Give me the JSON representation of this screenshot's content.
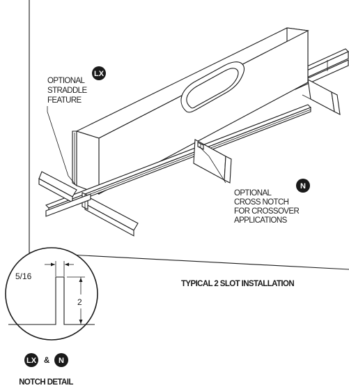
{
  "labels": {
    "straddle_line1": "OPTIONAL",
    "straddle_line2": "STRADDLE",
    "straddle_line3": "FEATURE",
    "crossnotch_line1": "OPTIONAL",
    "crossnotch_line2": "CROSS NOTCH",
    "crossnotch_line3": "FOR CROSSOVER",
    "crossnotch_line4": "APPLICATIONS",
    "installation_caption": "TYPICAL 2 SLOT INSTALLATION",
    "notch_caption": "NOTCH DETAIL",
    "ampersand": "&"
  },
  "badges": {
    "lx": "LX",
    "n": "N"
  },
  "dimensions": {
    "width": "5/16",
    "depth": "2"
  },
  "colors": {
    "line": "#1a1a1a",
    "background": "#ffffff",
    "badge_fill": "#1a1a1a",
    "badge_text": "#ffffff"
  }
}
